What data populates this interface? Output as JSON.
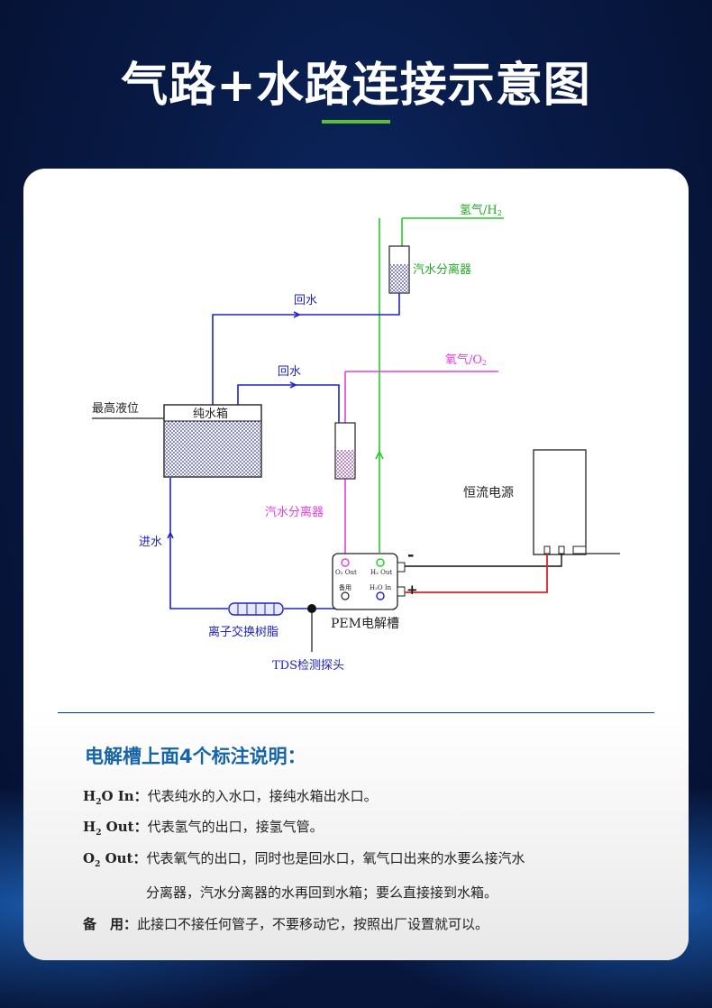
{
  "page_title": "气路+水路连接示意图",
  "colors": {
    "accent_green": "#5fbf3a",
    "water_line": "#1e22c8",
    "h2_line": "#22cc22",
    "o2_line": "#e040e0",
    "positive_wire": "#e02020",
    "negative_wire": "#111111",
    "notes_title": "#1565a8"
  },
  "diagram": {
    "h2_label_cn": "氢气/H",
    "h2_label_sub": "2",
    "o2_label_cn": "氧气/O",
    "o2_label_sub": "2",
    "separator_top": "汽水分离器",
    "separator_left": "汽水分离器",
    "return_water_upper": "回水",
    "return_water_lower": "回水",
    "max_level": "最高液位",
    "pure_water_tank": "纯水箱",
    "inlet_water": "进水",
    "ion_exchange_resin": "离子交换树脂",
    "tds_probe": "TDS检测探头",
    "power_supply": "恒流电源",
    "pem_cell": "PEM电解槽",
    "port_o2_out": "O₂ Out",
    "port_h2_out": "H₂ Out",
    "port_spare": "备用",
    "port_h2o_in": "H₂O In",
    "minus_sign": "-",
    "plus_sign": "+"
  },
  "notes": {
    "title": "电解槽上面4个标注说明：",
    "items": [
      {
        "key_main": "H",
        "key_sub": "2",
        "key_rest": "O In：",
        "text": "代表纯水的入水口，接纯水箱出水口。"
      },
      {
        "key_main": "H",
        "key_sub": "2",
        "key_rest": " Out：",
        "text": "代表氢气的出口，接氢气管。"
      },
      {
        "key_main": "O",
        "key_sub": "2",
        "key_rest": " Out：",
        "text": "代表氧气的出口，同时也是回水口，氧气口出来的水要么接汽水"
      },
      {
        "key_main": "备　用：",
        "key_sub": "",
        "key_rest": "",
        "text": "此接口不接任何管子，不要移动它，按照出厂设置就可以。"
      }
    ],
    "o2_continuation": "分离器，汽水分离器的水再回到水箱；要么直接接到水箱。"
  }
}
